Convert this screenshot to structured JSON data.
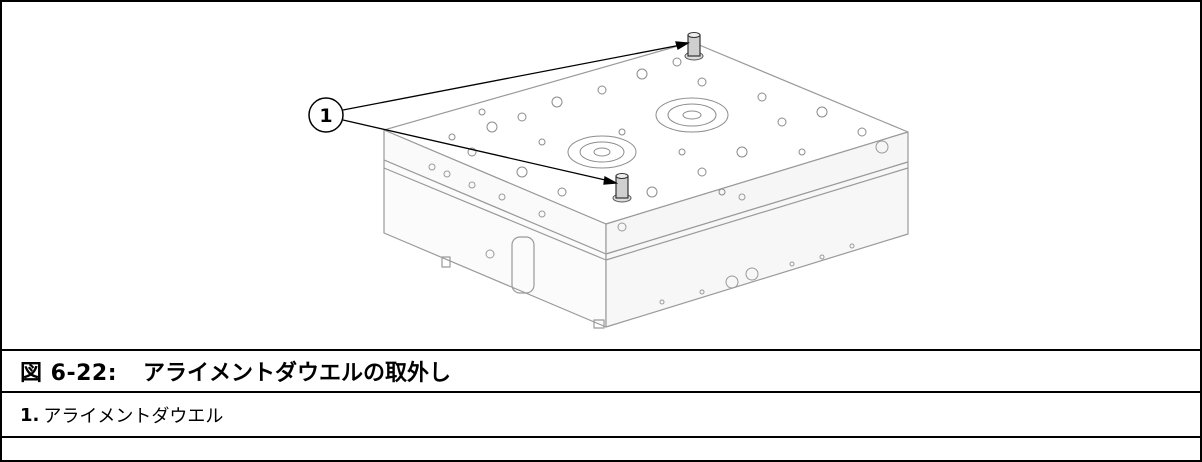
{
  "figure": {
    "number": "図 6-22:",
    "title": "アライメントダウエルの取外し",
    "callout": "1"
  },
  "legend": {
    "items": [
      {
        "num": "1.",
        "label": "アライメントダウエル"
      }
    ]
  }
}
